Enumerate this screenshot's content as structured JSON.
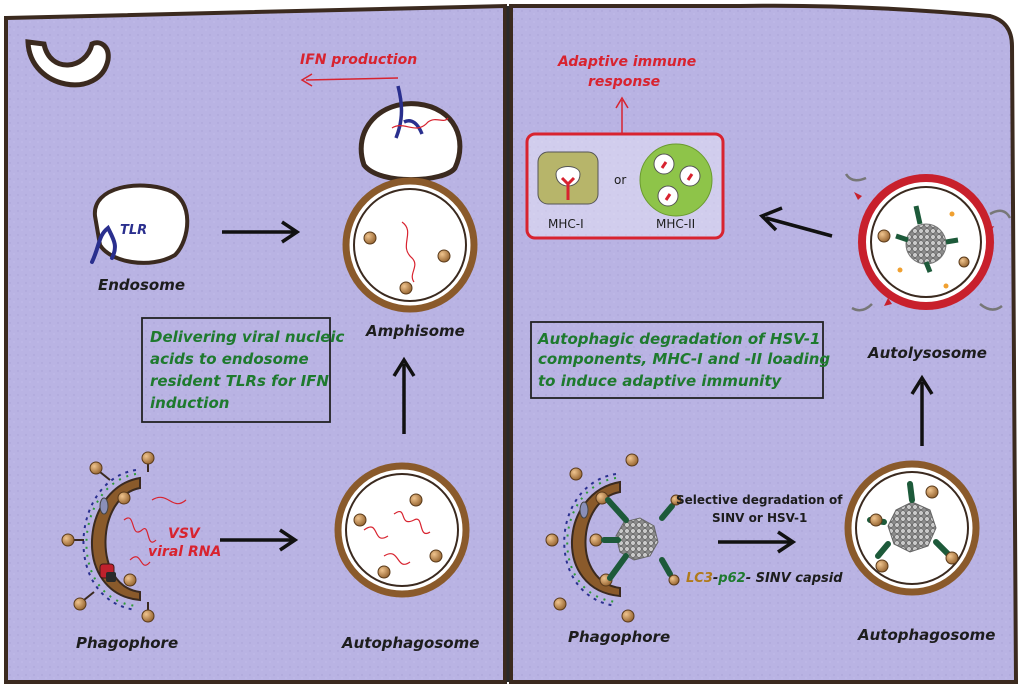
{
  "left": {
    "ifn_production": "IFN production",
    "tlr": "TLR",
    "endosome": "Endosome",
    "amphisome": "Amphisome",
    "box_lines": [
      "Delivering viral nucleic",
      "acids to endosome",
      "resident TLRs for IFN",
      "induction"
    ],
    "vsv_line1": "VSV",
    "vsv_line2": "viral RNA",
    "phagophore": "Phagophore",
    "autophagosome": "Autophagosome"
  },
  "right": {
    "adaptive_line1": "Adaptive immune",
    "adaptive_line2": "response",
    "or_text": "or",
    "mhc1": "MHC-I",
    "mhc2": "MHC-II",
    "box_lines": [
      "Autophagic degradation of  HSV-1",
      " components, MHC-I and -II loading",
      "to induce adaptive immunity"
    ],
    "autolysosome": "Autolysosome",
    "selective_line1": "Selective degradation of",
    "selective_line2": "SINV or HSV-1",
    "lc3": "LC3",
    "dash1": "-",
    "p62": "p62",
    "dash2": "- ",
    "sinv_capsid": "SINV capsid",
    "phagophore": "Phagophore",
    "autophagosome": "Autophagosome"
  },
  "colors": {
    "cell_fill": "#b9b3e3",
    "outline": "#3b2a1f",
    "accent_red": "#d8232f",
    "text_green": "#1e7a2e",
    "membrane_brown": "#8a5a2b"
  }
}
